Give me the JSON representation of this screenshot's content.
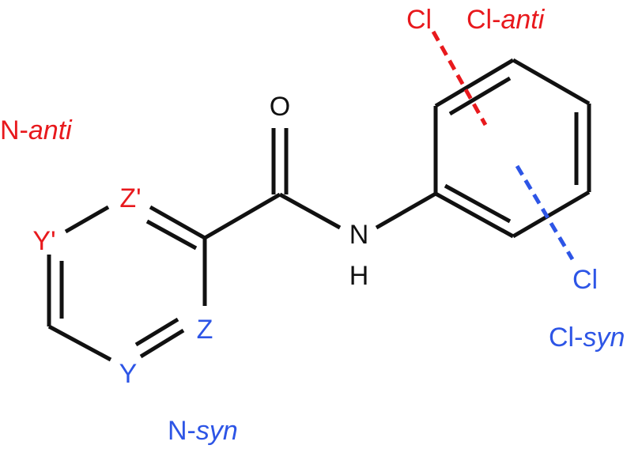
{
  "colors": {
    "bond": "#111111",
    "anti": "#e8191d",
    "syn": "#2d55e6",
    "black_text": "#111111"
  },
  "atoms": {
    "oxygen": "O",
    "nitrogen": "N",
    "hydrogen": "H",
    "z_prime": "Z'",
    "y_prime": "Y'",
    "z": "Z",
    "y": "Y",
    "cl_top": "Cl",
    "cl_right": "Cl"
  },
  "captions": {
    "n_anti": {
      "prefix": "N-",
      "italic": "anti"
    },
    "n_syn": {
      "prefix": "N-",
      "italic": "syn"
    },
    "cl_anti": {
      "prefix": "Cl-",
      "italic": "anti"
    },
    "cl_syn": {
      "prefix": "Cl-",
      "italic": "syn"
    }
  }
}
